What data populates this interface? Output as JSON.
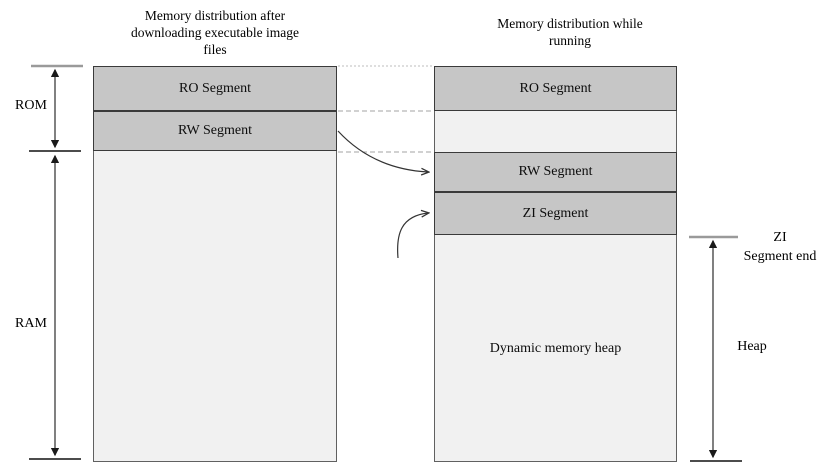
{
  "titles": {
    "left": "Memory distribution after downloading executable image files",
    "right": "Memory distribution while running"
  },
  "left_column": {
    "ro_label": "RO Segment",
    "rw_label": "RW Segment"
  },
  "right_column": {
    "ro_label": "RO Segment",
    "rw_label": "RW Segment",
    "zi_label": "ZI Segment",
    "heap_label": "Dynamic memory heap"
  },
  "side_labels": {
    "rom": "ROM",
    "ram": "RAM",
    "heap": "Heap",
    "zi_end_line1": "ZI",
    "zi_end_line2": "Segment end"
  },
  "colors": {
    "segment_fill": "#c6c6c6",
    "light_fill": "#f1f1f1",
    "segment_border": "#3a3a3a",
    "column_border": "#606060",
    "arrow_color": "#333333"
  }
}
